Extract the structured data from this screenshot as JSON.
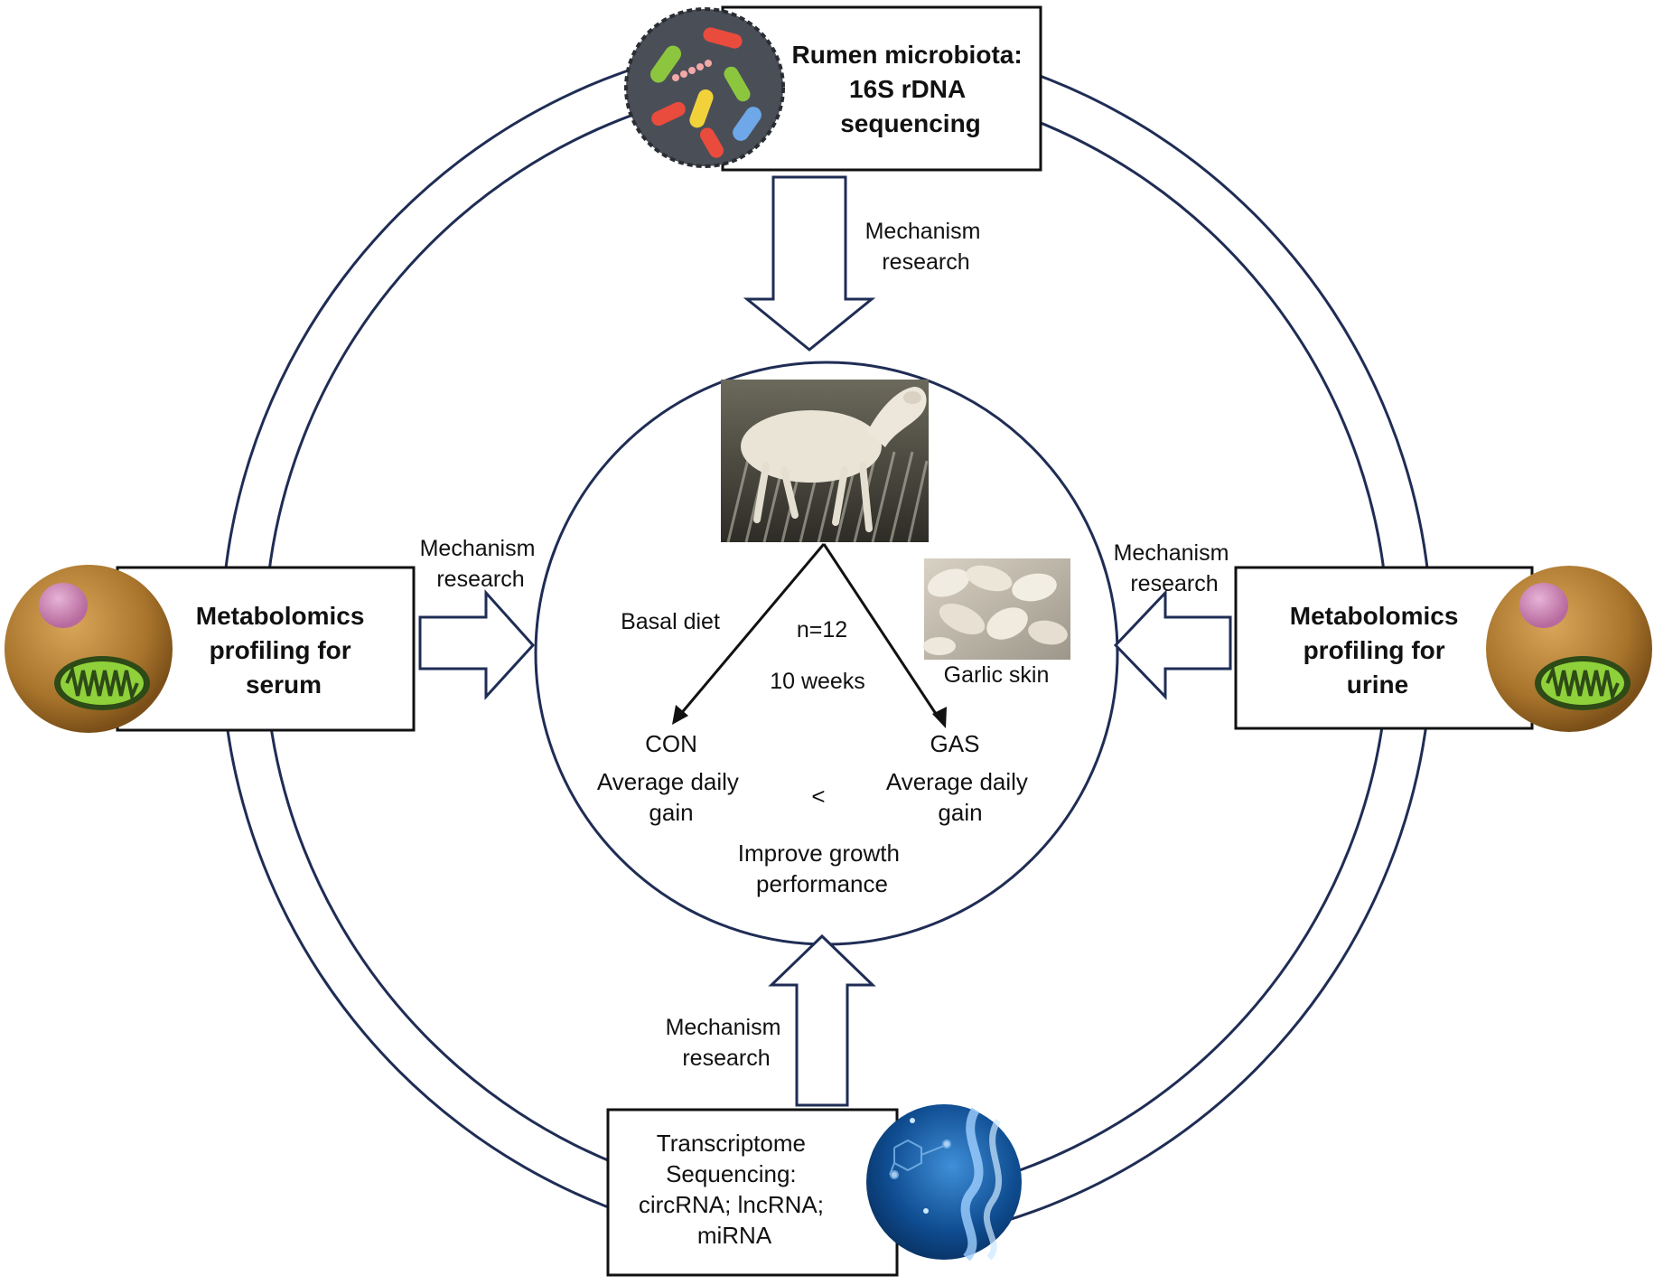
{
  "top_box": {
    "lines": [
      "Rumen microbiota:",
      "16S rDNA",
      "sequencing"
    ]
  },
  "left_box": {
    "lines": [
      "Metabolomics",
      "profiling for",
      "serum"
    ]
  },
  "right_box": {
    "lines": [
      "Metabolomics",
      "profiling for",
      "urine"
    ]
  },
  "bottom_box": {
    "lines": [
      "Transcriptome",
      "Sequencing:",
      "circRNA; lncRNA;",
      "miRNA"
    ]
  },
  "arrow_labels": {
    "top": [
      "Mechanism",
      "research"
    ],
    "left": [
      "Mechanism",
      "research"
    ],
    "right": [
      "Mechanism",
      "research"
    ],
    "bottom": [
      "Mechanism",
      "research"
    ]
  },
  "center": {
    "basal_diet": "Basal diet",
    "n": "n=12",
    "duration": "10 weeks",
    "garlic_skin": "Garlic skin",
    "con": "CON",
    "gas": "GAS",
    "con_adg": [
      "Average daily",
      "gain"
    ],
    "gas_adg": [
      "Average daily",
      "gain"
    ],
    "comparison": "<",
    "conclusion": [
      "Improve growth",
      "performance"
    ]
  },
  "colors": {
    "ring": "#1f2d55",
    "arrow_outline": "#1f2d55",
    "microbe_bg": "#4a4f57",
    "cell_bg": "#a8742c",
    "mito": "#8fd13a",
    "dna_bg": "#0d3f7a"
  },
  "icons": {
    "top": "bacteria-icon",
    "left": "cell-mitochondria-icon",
    "right": "cell-mitochondria-icon",
    "bottom": "dna-molecule-icon",
    "sheep": "sheep-photo",
    "garlic": "garlic-skin-photo"
  }
}
